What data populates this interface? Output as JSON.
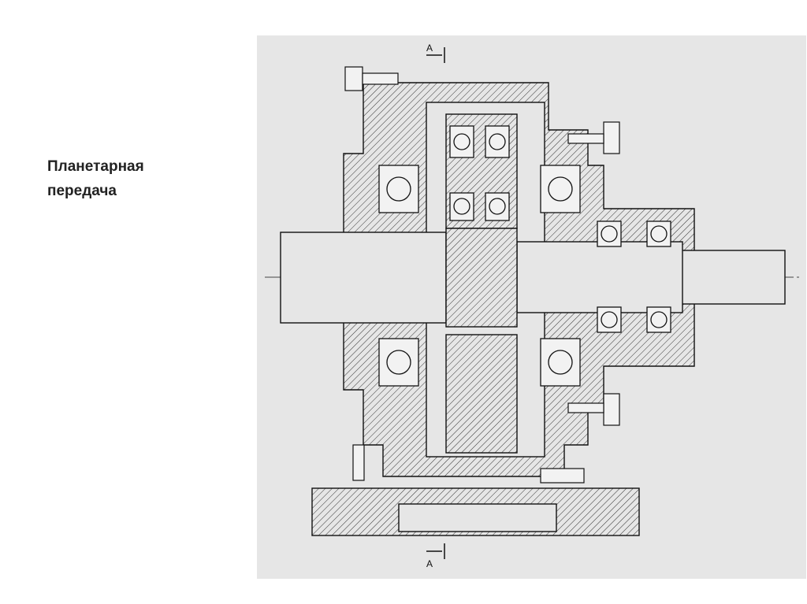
{
  "slide": {
    "title_line1": "Планетарная",
    "title_line2": "передача"
  },
  "drawing": {
    "section_label_top": "A",
    "section_label_bottom": "A"
  },
  "colors": {
    "background": "#ffffff",
    "drawing_bg": "#e6e6e6",
    "line": "#111111"
  }
}
